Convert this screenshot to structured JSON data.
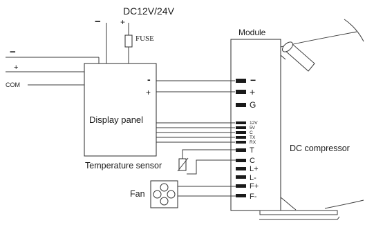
{
  "supply": {
    "label": "DC12V/24V",
    "minus": "−",
    "plus": "+"
  },
  "fuse": {
    "label": "FUSE"
  },
  "inputs": {
    "minus": "−",
    "plus": "+",
    "com": "COM"
  },
  "display_panel": {
    "label": "Display panel",
    "minus": "-",
    "plus": "+"
  },
  "module": {
    "label": "Module",
    "terminals": [
      "−",
      "+",
      "G",
      "12V",
      "5V",
      "C",
      "TX",
      "RX",
      "T",
      "C",
      "L+",
      "L-",
      "F+",
      "F-"
    ]
  },
  "temperature_sensor": {
    "label": "Temperature sensor"
  },
  "fan": {
    "label": "Fan"
  },
  "compressor": {
    "label": "DC compressor"
  }
}
